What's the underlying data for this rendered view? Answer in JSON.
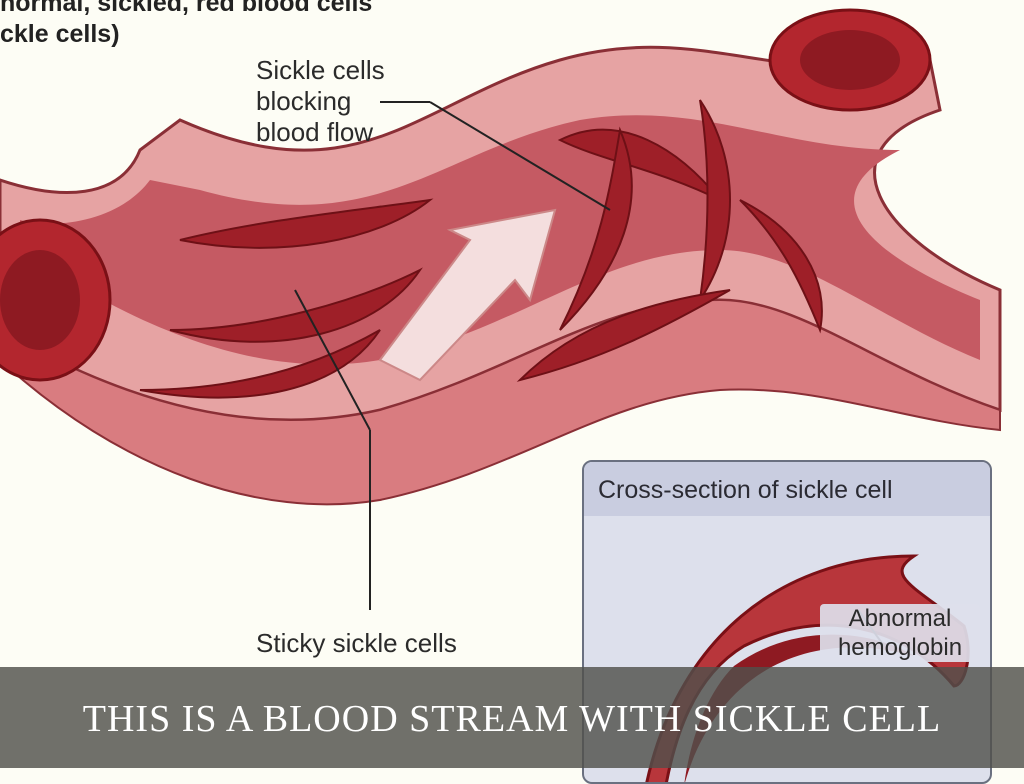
{
  "slide": {
    "top_label_lines": [
      "normal, sickled, red blood cells",
      "ckle cells)"
    ],
    "label_blocking": [
      "Sickle cells",
      "blocking",
      "blood flow"
    ],
    "label_sticky": "Sticky sickle cells",
    "inset": {
      "title": "Cross-section of sickle cell",
      "label_lines": [
        "Abnormal",
        "hemoglobin"
      ]
    },
    "caption": "THIS IS A BLOOD STREAM WITH SICKLE CELL"
  },
  "colors": {
    "vessel": "#c9646a",
    "vessel_light": "#e8a6a6",
    "cell": "#a8242c",
    "caption_bg": "#50504c"
  }
}
